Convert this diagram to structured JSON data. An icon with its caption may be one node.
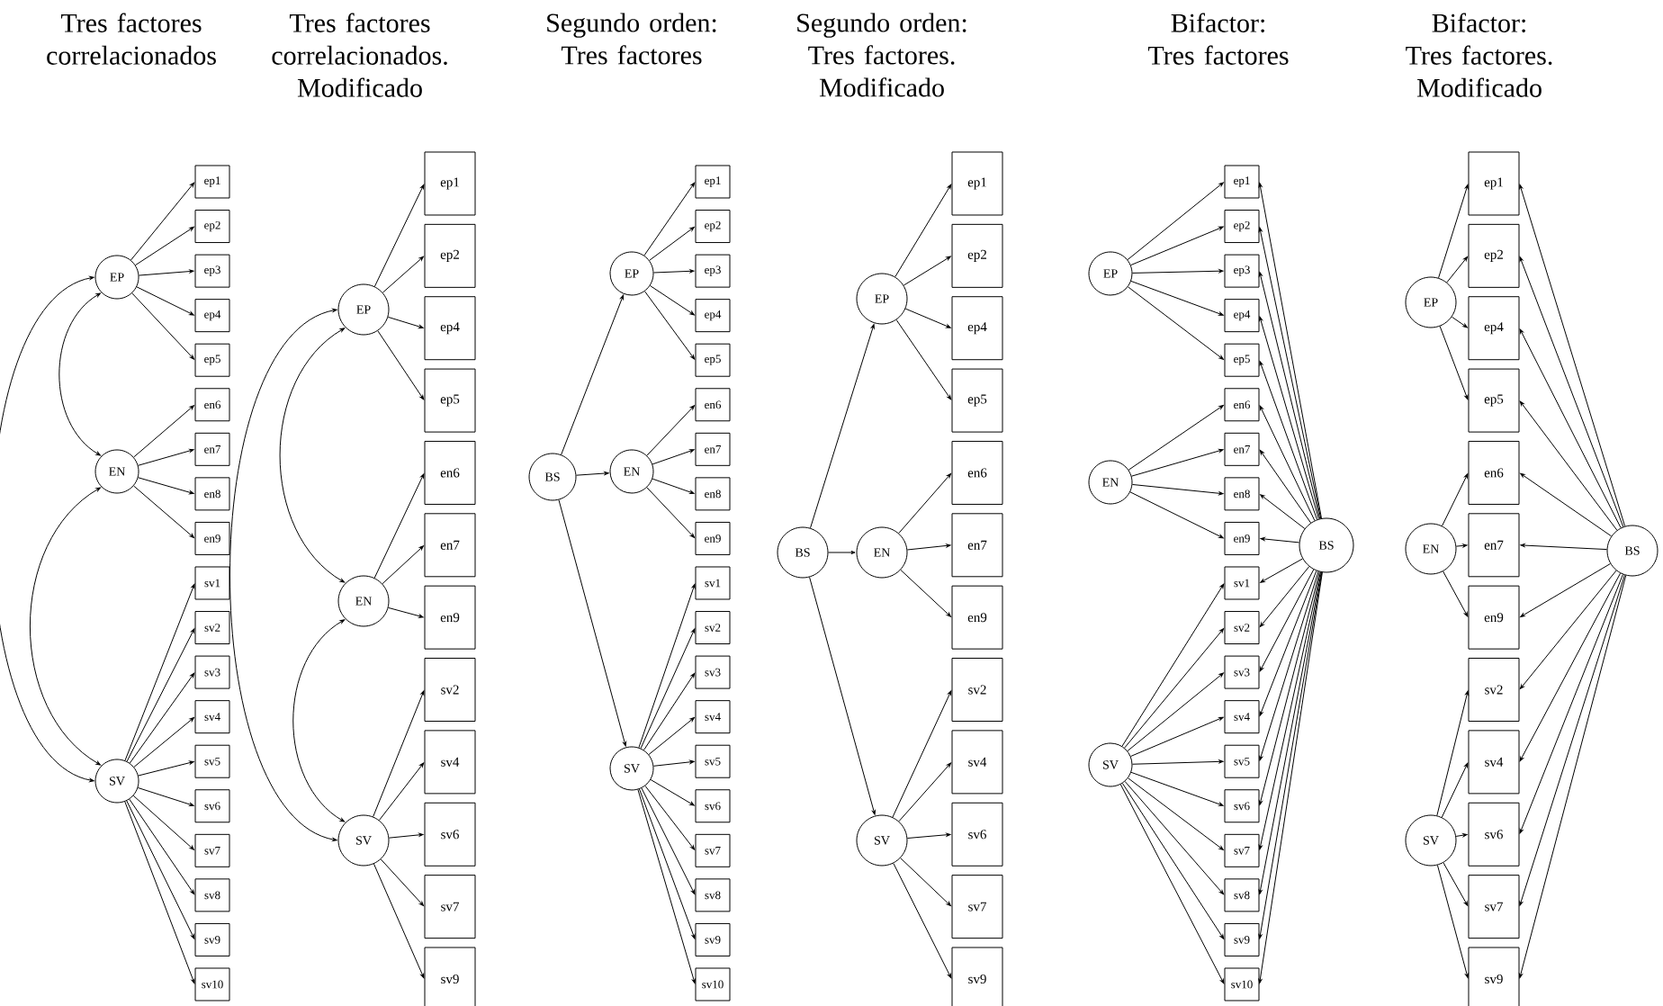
{
  "diagram": {
    "nodes": [
      {
        "text": [
          "EP"
        ]
      },
      {
        "text": [
          "EN"
        ]
      },
      {
        "text": [
          "SV"
        ]
      },
      {
        "text": [
          "ep1"
        ]
      },
      {
        "text": [
          "ep2"
        ]
      },
      {
        "text": [
          "ep3"
        ]
      },
      {
        "text": [
          "ep4"
        ]
      },
      {
        "text": [
          "ep5"
        ]
      },
      {
        "text": [
          "en6"
        ]
      },
      {
        "text": [
          "en7"
        ]
      },
      {
        "text": [
          "en8"
        ]
      },
      {
        "text": [
          "en9"
        ]
      },
      {
        "text": [
          "sv1"
        ]
      },
      {
        "text": [
          "sv2"
        ]
      },
      {
        "text": [
          "sv3"
        ]
      },
      {
        "text": [
          "sv4"
        ]
      },
      {
        "text": [
          "sv5"
        ]
      },
      {
        "text": [
          "sv6"
        ]
      },
      {
        "text": [
          "sv7"
        ]
      },
      {
        "text": [
          "sv8"
        ]
      },
      {
        "text": [
          "sv9"
        ]
      },
      {
        "text": [
          "sv10"
        ]
      },
      {
        "text": [
          "EP"
        ]
      },
      {
        "text": [
          "EN"
        ]
      },
      {
        "text": [
          "SV"
        ]
      },
      {
        "text": [
          "ep1"
        ]
      },
      {
        "text": [
          "ep2"
        ]
      },
      {
        "text": [
          "ep4"
        ]
      },
      {
        "text": [
          "ep5"
        ]
      },
      {
        "text": [
          "en6"
        ]
      },
      {
        "text": [
          "en7"
        ]
      },
      {
        "text": [
          "en9"
        ]
      },
      {
        "text": [
          "sv2"
        ]
      },
      {
        "text": [
          "sv4"
        ]
      },
      {
        "text": [
          "sv6"
        ]
      },
      {
        "text": [
          "sv7"
        ]
      },
      {
        "text": [
          "sv9"
        ]
      },
      {
        "text": [
          "BS"
        ]
      },
      {
        "text": [
          "EP"
        ]
      },
      {
        "text": [
          "EN"
        ]
      },
      {
        "text": [
          "SV"
        ]
      },
      {
        "text": [
          "ep1"
        ]
      },
      {
        "text": [
          "ep2"
        ]
      },
      {
        "text": [
          "ep3"
        ]
      },
      {
        "text": [
          "ep4"
        ]
      },
      {
        "text": [
          "ep5"
        ]
      },
      {
        "text": [
          "en6"
        ]
      },
      {
        "text": [
          "en7"
        ]
      },
      {
        "text": [
          "en8"
        ]
      },
      {
        "text": [
          "en9"
        ]
      },
      {
        "text": [
          "sv1"
        ]
      },
      {
        "text": [
          "sv2"
        ]
      },
      {
        "text": [
          "sv3"
        ]
      },
      {
        "text": [
          "sv4"
        ]
      },
      {
        "text": [
          "sv5"
        ]
      },
      {
        "text": [
          "sv6"
        ]
      },
      {
        "text": [
          "sv7"
        ]
      },
      {
        "text": [
          "sv8"
        ]
      },
      {
        "text": [
          "sv9"
        ]
      },
      {
        "text": [
          "sv10"
        ]
      },
      {
        "text": [
          "BS"
        ]
      },
      {
        "text": [
          "EP"
        ]
      },
      {
        "text": [
          "EN"
        ]
      },
      {
        "text": [
          "SV"
        ]
      },
      {
        "text": [
          "ep1"
        ]
      },
      {
        "text": [
          "ep2"
        ]
      },
      {
        "text": [
          "ep4"
        ]
      },
      {
        "text": [
          "ep5"
        ]
      },
      {
        "text": [
          "en6"
        ]
      },
      {
        "text": [
          "en7"
        ]
      },
      {
        "text": [
          "en9"
        ]
      },
      {
        "text": [
          "sv2"
        ]
      },
      {
        "text": [
          "sv4"
        ]
      },
      {
        "text": [
          "sv6"
        ]
      },
      {
        "text": [
          "sv7"
        ]
      },
      {
        "text": [
          "sv9"
        ]
      },
      {
        "text": [
          "EP"
        ]
      },
      {
        "text": [
          "EN"
        ]
      },
      {
        "text": [
          "SV"
        ]
      },
      {
        "text": [
          "ep1"
        ]
      },
      {
        "text": [
          "ep2"
        ]
      },
      {
        "text": [
          "ep3"
        ]
      },
      {
        "text": [
          "ep4"
        ]
      },
      {
        "text": [
          "ep5"
        ]
      },
      {
        "text": [
          "en6"
        ]
      },
      {
        "text": [
          "en7"
        ]
      },
      {
        "text": [
          "en8"
        ]
      },
      {
        "text": [
          "en9"
        ]
      },
      {
        "text": [
          "sv1"
        ]
      },
      {
        "text": [
          "sv2"
        ]
      },
      {
        "text": [
          "sv3"
        ]
      },
      {
        "text": [
          "sv4"
        ]
      },
      {
        "text": [
          "sv5"
        ]
      },
      {
        "text": [
          "sv6"
        ]
      },
      {
        "text": [
          "sv7"
        ]
      },
      {
        "text": [
          "sv8"
        ]
      },
      {
        "text": [
          "sv9"
        ]
      },
      {
        "text": [
          "sv10"
        ]
      },
      {
        "text": [
          "BS"
        ]
      },
      {
        "text": [
          "EP"
        ]
      },
      {
        "text": [
          "EN"
        ]
      },
      {
        "text": [
          "SV"
        ]
      },
      {
        "text": [
          "ep1"
        ]
      },
      {
        "text": [
          "ep2"
        ]
      },
      {
        "text": [
          "ep4"
        ]
      },
      {
        "text": [
          "ep5"
        ]
      },
      {
        "text": [
          "en6"
        ]
      },
      {
        "text": [
          "en7"
        ]
      },
      {
        "text": [
          "en9"
        ]
      },
      {
        "text": [
          "sv2"
        ]
      },
      {
        "text": [
          "sv4"
        ]
      },
      {
        "text": [
          "sv6"
        ]
      },
      {
        "text": [
          "sv7"
        ]
      },
      {
        "text": [
          "sv9"
        ]
      },
      {
        "text": [
          "BS"
        ]
      }
    ],
    "edges": [
      {
        "from": 0,
        "to": 3,
        "arrow": "to"
      },
      {
        "from": 0,
        "to": 4,
        "arrow": "to"
      },
      {
        "from": 0,
        "to": 5,
        "arrow": "to"
      },
      {
        "from": 0,
        "to": 6,
        "arrow": "to"
      },
      {
        "from": 0,
        "to": 7,
        "arrow": "to"
      },
      {
        "from": 1,
        "to": 8,
        "arrow": "to"
      },
      {
        "from": 1,
        "to": 9,
        "arrow": "to"
      },
      {
        "from": 1,
        "to": 10,
        "arrow": "to"
      },
      {
        "from": 1,
        "to": 11,
        "arrow": "to"
      },
      {
        "from": 2,
        "to": 12,
        "arrow": "to"
      },
      {
        "from": 2,
        "to": 13,
        "arrow": "to"
      },
      {
        "from": 2,
        "to": 14,
        "arrow": "to"
      },
      {
        "from": 2,
        "to": 15,
        "arrow": "to"
      },
      {
        "from": 2,
        "to": 16,
        "arrow": "to"
      },
      {
        "from": 2,
        "to": 17,
        "arrow": "to"
      },
      {
        "from": 2,
        "to": 18,
        "arrow": "to"
      },
      {
        "from": 2,
        "to": 19,
        "arrow": "to"
      },
      {
        "from": 2,
        "to": 20,
        "arrow": "to"
      },
      {
        "from": 2,
        "to": 21,
        "arrow": "to"
      },
      {
        "from": 0,
        "to": 1,
        "arrow": "both"
      },
      {
        "from": 1,
        "to": 2,
        "arrow": "both"
      },
      {
        "from": 0,
        "to": 2,
        "arrow": "both"
      },
      {
        "from": 22,
        "to": 25,
        "arrow": "to"
      },
      {
        "from": 22,
        "to": 26,
        "arrow": "to"
      },
      {
        "from": 22,
        "to": 27,
        "arrow": "to"
      },
      {
        "from": 22,
        "to": 28,
        "arrow": "to"
      },
      {
        "from": 23,
        "to": 29,
        "arrow": "to"
      },
      {
        "from": 23,
        "to": 30,
        "arrow": "to"
      },
      {
        "from": 23,
        "to": 31,
        "arrow": "to"
      },
      {
        "from": 24,
        "to": 32,
        "arrow": "to"
      },
      {
        "from": 24,
        "to": 33,
        "arrow": "to"
      },
      {
        "from": 24,
        "to": 34,
        "arrow": "to"
      },
      {
        "from": 24,
        "to": 35,
        "arrow": "to"
      },
      {
        "from": 24,
        "to": 36,
        "arrow": "to"
      },
      {
        "from": 22,
        "to": 23,
        "arrow": "both"
      },
      {
        "from": 23,
        "to": 24,
        "arrow": "both"
      },
      {
        "from": 22,
        "to": 24,
        "arrow": "both"
      },
      {
        "from": 37,
        "to": 38,
        "arrow": "to"
      },
      {
        "from": 37,
        "to": 39,
        "arrow": "to"
      },
      {
        "from": 37,
        "to": 40,
        "arrow": "to"
      },
      {
        "from": 38,
        "to": 41,
        "arrow": "to"
      },
      {
        "from": 38,
        "to": 42,
        "arrow": "to"
      },
      {
        "from": 38,
        "to": 43,
        "arrow": "to"
      },
      {
        "from": 38,
        "to": 44,
        "arrow": "to"
      },
      {
        "from": 38,
        "to": 45,
        "arrow": "to"
      },
      {
        "from": 39,
        "to": 46,
        "arrow": "to"
      },
      {
        "from": 39,
        "to": 47,
        "arrow": "to"
      },
      {
        "from": 39,
        "to": 48,
        "arrow": "to"
      },
      {
        "from": 39,
        "to": 49,
        "arrow": "to"
      },
      {
        "from": 40,
        "to": 50,
        "arrow": "to"
      },
      {
        "from": 40,
        "to": 51,
        "arrow": "to"
      },
      {
        "from": 40,
        "to": 52,
        "arrow": "to"
      },
      {
        "from": 40,
        "to": 53,
        "arrow": "to"
      },
      {
        "from": 40,
        "to": 54,
        "arrow": "to"
      },
      {
        "from": 40,
        "to": 55,
        "arrow": "to"
      },
      {
        "from": 40,
        "to": 56,
        "arrow": "to"
      },
      {
        "from": 40,
        "to": 57,
        "arrow": "to"
      },
      {
        "from": 40,
        "to": 58,
        "arrow": "to"
      },
      {
        "from": 40,
        "to": 59,
        "arrow": "to"
      },
      {
        "from": 60,
        "to": 61,
        "arrow": "to"
      },
      {
        "from": 60,
        "to": 62,
        "arrow": "to"
      },
      {
        "from": 60,
        "to": 63,
        "arrow": "to"
      },
      {
        "from": 61,
        "to": 64,
        "arrow": "to"
      },
      {
        "from": 61,
        "to": 65,
        "arrow": "to"
      },
      {
        "from": 61,
        "to": 66,
        "arrow": "to"
      },
      {
        "from": 61,
        "to": 67,
        "arrow": "to"
      },
      {
        "from": 62,
        "to": 68,
        "arrow": "to"
      },
      {
        "from": 62,
        "to": 69,
        "arrow": "to"
      },
      {
        "from": 62,
        "to": 70,
        "arrow": "to"
      },
      {
        "from": 63,
        "to": 71,
        "arrow": "to"
      },
      {
        "from": 63,
        "to": 72,
        "arrow": "to"
      },
      {
        "from": 63,
        "to": 73,
        "arrow": "to"
      },
      {
        "from": 63,
        "to": 74,
        "arrow": "to"
      },
      {
        "from": 63,
        "to": 75,
        "arrow": "to"
      },
      {
        "from": 76,
        "to": 79,
        "arrow": "to"
      },
      {
        "from": 76,
        "to": 80,
        "arrow": "to"
      },
      {
        "from": 76,
        "to": 81,
        "arrow": "to"
      },
      {
        "from": 76,
        "to": 82,
        "arrow": "to"
      },
      {
        "from": 76,
        "to": 83,
        "arrow": "to"
      },
      {
        "from": 77,
        "to": 84,
        "arrow": "to"
      },
      {
        "from": 77,
        "to": 85,
        "arrow": "to"
      },
      {
        "from": 77,
        "to": 86,
        "arrow": "to"
      },
      {
        "from": 77,
        "to": 87,
        "arrow": "to"
      },
      {
        "from": 78,
        "to": 88,
        "arrow": "to"
      },
      {
        "from": 78,
        "to": 89,
        "arrow": "to"
      },
      {
        "from": 78,
        "to": 90,
        "arrow": "to"
      },
      {
        "from": 78,
        "to": 91,
        "arrow": "to"
      },
      {
        "from": 78,
        "to": 92,
        "arrow": "to"
      },
      {
        "from": 78,
        "to": 93,
        "arrow": "to"
      },
      {
        "from": 78,
        "to": 94,
        "arrow": "to"
      },
      {
        "from": 78,
        "to": 95,
        "arrow": "to"
      },
      {
        "from": 78,
        "to": 96,
        "arrow": "to"
      },
      {
        "from": 78,
        "to": 97,
        "arrow": "to"
      },
      {
        "from": 98,
        "to": 79,
        "arrow": "to"
      },
      {
        "from": 98,
        "to": 80,
        "arrow": "to"
      },
      {
        "from": 98,
        "to": 81,
        "arrow": "to"
      },
      {
        "from": 98,
        "to": 82,
        "arrow": "to"
      },
      {
        "from": 98,
        "to": 83,
        "arrow": "to"
      },
      {
        "from": 98,
        "to": 84,
        "arrow": "to"
      },
      {
        "from": 98,
        "to": 85,
        "arrow": "to"
      },
      {
        "from": 98,
        "to": 86,
        "arrow": "to"
      },
      {
        "from": 98,
        "to": 87,
        "arrow": "to"
      },
      {
        "from": 98,
        "to": 88,
        "arrow": "to"
      },
      {
        "from": 98,
        "to": 89,
        "arrow": "to"
      },
      {
        "from": 98,
        "to": 90,
        "arrow": "to"
      },
      {
        "from": 98,
        "to": 91,
        "arrow": "to"
      },
      {
        "from": 98,
        "to": 92,
        "arrow": "to"
      },
      {
        "from": 98,
        "to": 93,
        "arrow": "to"
      },
      {
        "from": 98,
        "to": 94,
        "arrow": "to"
      },
      {
        "from": 98,
        "to": 95,
        "arrow": "to"
      },
      {
        "from": 98,
        "to": 96,
        "arrow": "to"
      },
      {
        "from": 98,
        "to": 97,
        "arrow": "to"
      },
      {
        "from": 99,
        "to": 102,
        "arrow": "to"
      },
      {
        "from": 99,
        "to": 103,
        "arrow": "to"
      },
      {
        "from": 99,
        "to": 104,
        "arrow": "to"
      },
      {
        "from": 99,
        "to": 105,
        "arrow": "to"
      },
      {
        "from": 100,
        "to": 106,
        "arrow": "to"
      },
      {
        "from": 100,
        "to": 107,
        "arrow": "to"
      },
      {
        "from": 100,
        "to": 108,
        "arrow": "to"
      },
      {
        "from": 101,
        "to": 109,
        "arrow": "to"
      },
      {
        "from": 101,
        "to": 110,
        "arrow": "to"
      },
      {
        "from": 101,
        "to": 111,
        "arrow": "to"
      },
      {
        "from": 101,
        "to": 112,
        "arrow": "to"
      },
      {
        "from": 101,
        "to": 113,
        "arrow": "to"
      },
      {
        "from": 114,
        "to": 102,
        "arrow": "to"
      },
      {
        "from": 114,
        "to": 103,
        "arrow": "to"
      },
      {
        "from": 114,
        "to": 104,
        "arrow": "to"
      },
      {
        "from": 114,
        "to": 105,
        "arrow": "to"
      },
      {
        "from": 114,
        "to": 106,
        "arrow": "to"
      },
      {
        "from": 114,
        "to": 107,
        "arrow": "to"
      },
      {
        "from": 114,
        "to": 108,
        "arrow": "to"
      },
      {
        "from": 114,
        "to": 109,
        "arrow": "to"
      },
      {
        "from": 114,
        "to": 110,
        "arrow": "to"
      },
      {
        "from": 114,
        "to": 111,
        "arrow": "to"
      },
      {
        "from": 114,
        "to": 112,
        "arrow": "to"
      },
      {
        "from": 114,
        "to": 113,
        "arrow": "to"
      }
    ],
    "labels": [
      "Tres factores correlacionados",
      "Tres factores correlacionados. Modificado",
      "Segundo orden: Tres factores",
      "Segundo orden: Tres factores. Modificado",
      "Bifactor: Tres factores",
      "Bifactor: Tres factores. Modificado"
    ]
  }
}
